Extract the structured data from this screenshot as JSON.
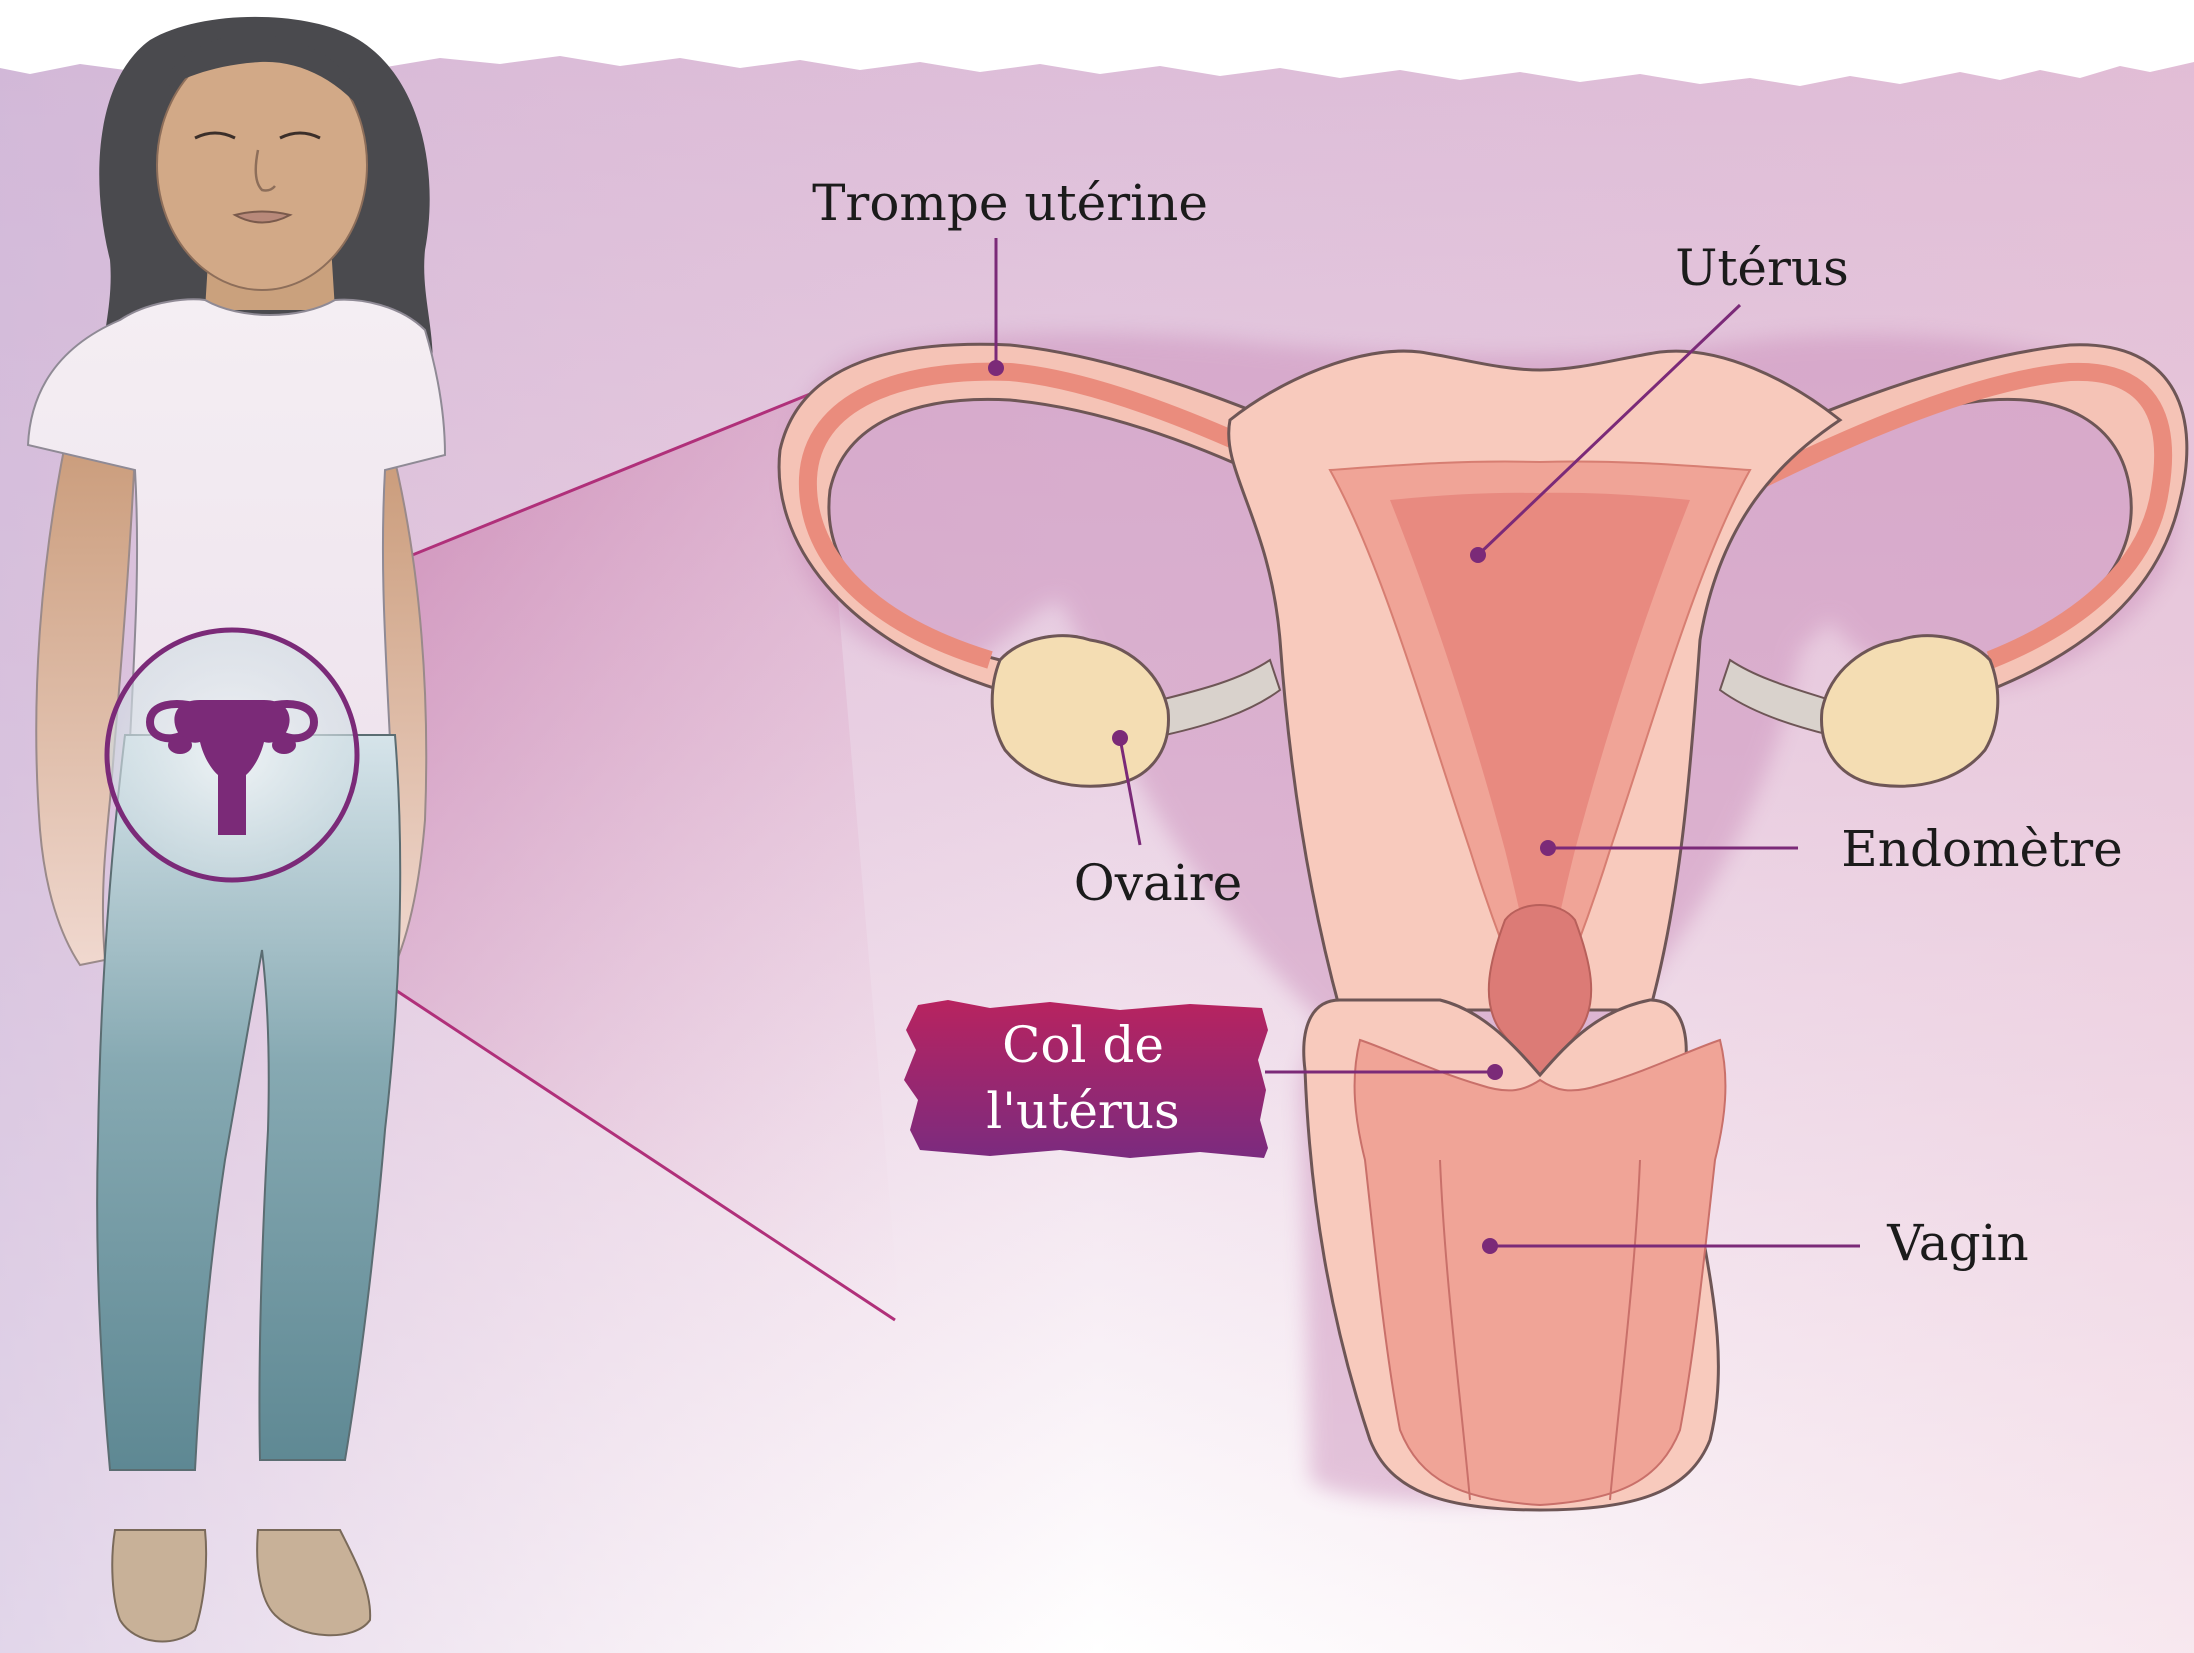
{
  "labels": {
    "fallopian_tube": "Trompe utérine",
    "uterus": "Utérus",
    "endometrium": "Endomètre",
    "ovary": "Ovaire",
    "cervix_line1": "Col de",
    "cervix_line2": "l'utérus",
    "vagina": "Vagin"
  },
  "colors": {
    "leader": "#7b2a78",
    "highlight_top": "#b8235f",
    "highlight_bottom": "#7b2b7f",
    "icon": "#7b2a78"
  }
}
